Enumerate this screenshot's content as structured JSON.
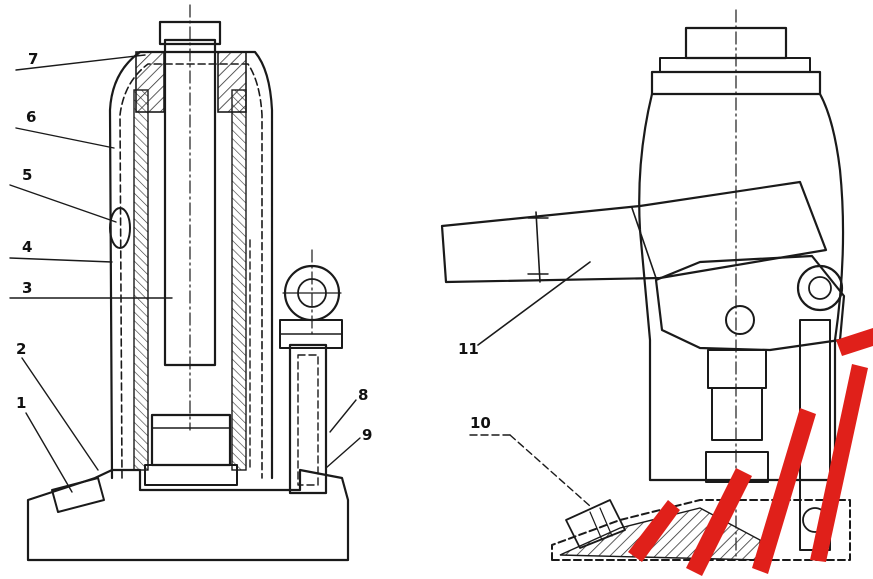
{
  "diagram": {
    "left_view_labels": [
      {
        "id": "label-1",
        "text": "1"
      },
      {
        "id": "label-2",
        "text": "2"
      },
      {
        "id": "label-3",
        "text": "3"
      },
      {
        "id": "label-4",
        "text": "4"
      },
      {
        "id": "label-5",
        "text": "5"
      },
      {
        "id": "label-6",
        "text": "6"
      },
      {
        "id": "label-7",
        "text": "7"
      },
      {
        "id": "label-8",
        "text": "8"
      },
      {
        "id": "label-9",
        "text": "9"
      }
    ],
    "right_view_labels": [
      {
        "id": "label-10",
        "text": "10"
      },
      {
        "id": "label-11",
        "text": "11"
      }
    ],
    "ink_color": "#1a1a1a",
    "hatch_color": "#333333",
    "watermark_color": "#e0201a"
  }
}
